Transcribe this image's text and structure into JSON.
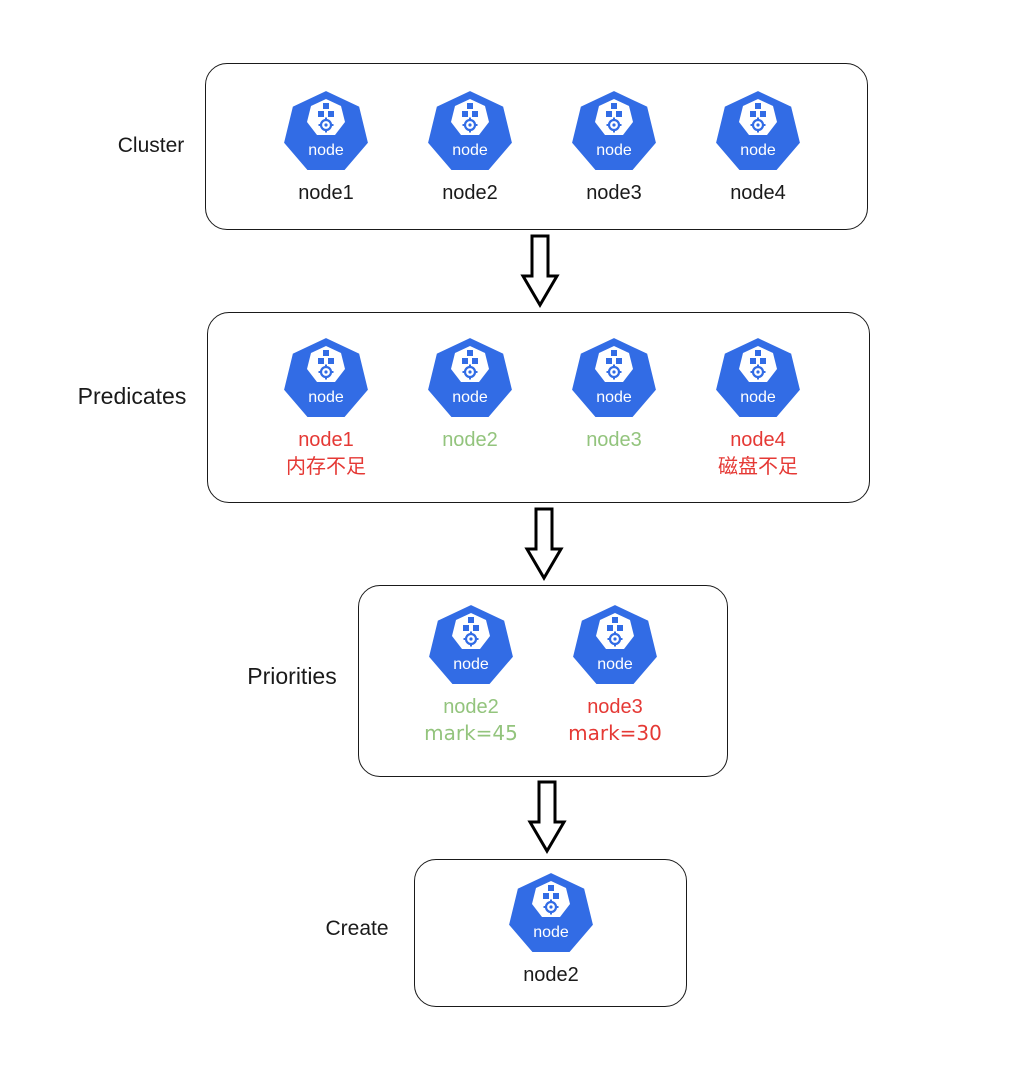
{
  "colors": {
    "node_blue": "#326ce5",
    "ok_green": "#93c47d",
    "fail_red": "#e53935",
    "neutral": "#1a1a1a"
  },
  "icon_label": "node",
  "stages": {
    "cluster": {
      "label": "Cluster",
      "nodes": [
        {
          "name": "node1",
          "note": "",
          "status": "neutral"
        },
        {
          "name": "node2",
          "note": "",
          "status": "neutral"
        },
        {
          "name": "node3",
          "note": "",
          "status": "neutral"
        },
        {
          "name": "node4",
          "note": "",
          "status": "neutral"
        }
      ]
    },
    "predicates": {
      "label": "Predicates",
      "nodes": [
        {
          "name": "node1",
          "note": "内存不足",
          "status": "fail"
        },
        {
          "name": "node2",
          "note": "",
          "status": "ok"
        },
        {
          "name": "node3",
          "note": "",
          "status": "ok"
        },
        {
          "name": "node4",
          "note": "磁盘不足",
          "status": "fail"
        }
      ]
    },
    "priorities": {
      "label": "Priorities",
      "nodes": [
        {
          "name": "node2",
          "note": "mark=45",
          "status": "ok"
        },
        {
          "name": "node3",
          "note": "mark=30",
          "status": "fail"
        }
      ]
    },
    "create": {
      "label": "Create",
      "nodes": [
        {
          "name": "node2",
          "note": "",
          "status": "neutral"
        }
      ]
    }
  }
}
